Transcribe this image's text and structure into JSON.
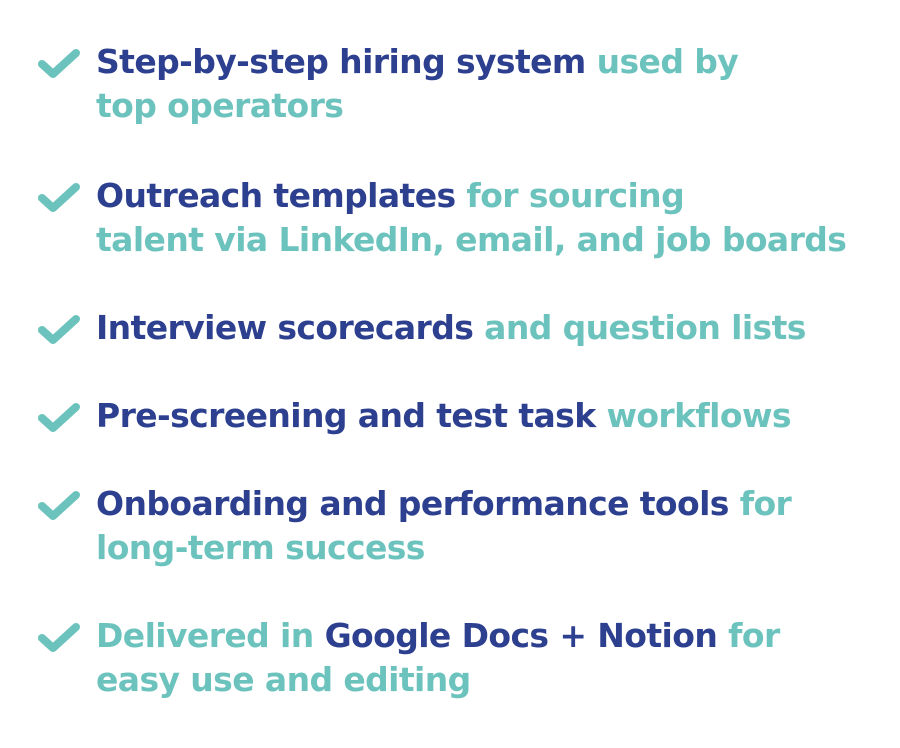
{
  "colors": {
    "dark": "#2d3f8f",
    "teal": "#6cc3bd"
  },
  "check_icon": "check-icon",
  "items": [
    {
      "l1a": "Step-by-step hiring system",
      "l1b": " used by",
      "l2": "top operators"
    },
    {
      "l1a": "Outreach templates",
      "l1b": " for sourcing",
      "l2": "talent via LinkedIn, email, and job boards"
    },
    {
      "l1a": "Interview scorecards",
      "l1b": " and question lists"
    },
    {
      "l1a": "Pre-screening and test task",
      "l1b": " workflows"
    },
    {
      "l1a": "Onboarding and performance tools",
      "l1b": " for",
      "l2": "long-term success"
    },
    {
      "l1a": "Delivered in ",
      "l1b": "Google Docs + Notion",
      "l1c": " for",
      "l2": "easy use and editing"
    }
  ]
}
